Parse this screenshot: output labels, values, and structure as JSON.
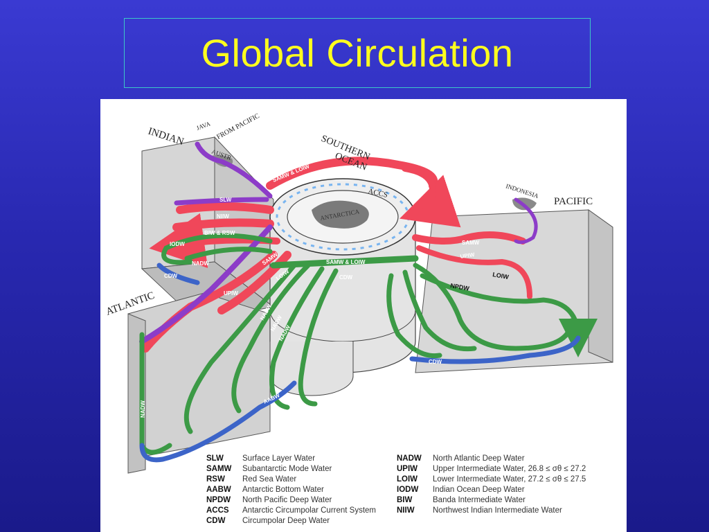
{
  "slide": {
    "title": "Global Circulation"
  },
  "diagram": {
    "region_labels": {
      "indian": "INDIAN",
      "southern": "SOUTHERN",
      "ocean": "OCEAN",
      "pacific": "PACIFIC",
      "atlantic": "ATLANTIC",
      "accs": "ACCS",
      "antarctica": "ANTARCTICA",
      "java": "JAVA",
      "from_pacific": "FROM PACIFIC",
      "austr": "AUSTR",
      "indonesia": "INDONESIA"
    },
    "flow_labels": {
      "samw_loiw_top": "SAMW & LOIW",
      "samw_loiw_ring": "SAMW & LOIW",
      "slw": "SLW",
      "niiw": "NIIW",
      "biw_rsw": "BIW & RSW",
      "iodw": "IODW",
      "nadw_indian": "NADW",
      "cdw_indian": "CDW",
      "samw_left": "SAMW",
      "loiw_left": "LOIW",
      "upiw_left": "UPIW",
      "cdw_ring": "CDW",
      "nadw_atl1": "NADW",
      "nadw_atl2": "NADW",
      "nadw_atl3": "NADW",
      "nadw_vertical": "NADW",
      "aabw": "AABW",
      "samw_pac": "SAMW",
      "upiw_pac": "UPIW",
      "loiw_pac": "LOIW",
      "npdw": "NPDW",
      "cdw_pac": "CDW"
    },
    "colors": {
      "red": "#f0475a",
      "green": "#3c9a46",
      "purple": "#8c3cc8",
      "blue": "#3c64c8",
      "dashed": "#78b4f0",
      "box": "#d2d2d2"
    }
  },
  "legend": {
    "left": [
      {
        "abbr": "SLW",
        "desc": "Surface Layer Water"
      },
      {
        "abbr": "SAMW",
        "desc": "Subantarctic Mode Water"
      },
      {
        "abbr": "RSW",
        "desc": "Red Sea Water"
      },
      {
        "abbr": "AABW",
        "desc": "Antarctic Bottom Water"
      },
      {
        "abbr": "NPDW",
        "desc": "North Pacific Deep Water"
      },
      {
        "abbr": "ACCS",
        "desc": "Antarctic Circumpolar Current System"
      },
      {
        "abbr": "CDW",
        "desc": "Circumpolar Deep Water"
      }
    ],
    "right": [
      {
        "abbr": "NADW",
        "desc": "North Atlantic Deep Water"
      },
      {
        "abbr": "UPIW",
        "desc": "Upper Intermediate Water, 26.8 ≤ σθ ≤ 27.2"
      },
      {
        "abbr": "LOIW",
        "desc": "Lower Intermediate Water, 27.2 ≤ σθ ≤ 27.5"
      },
      {
        "abbr": "IODW",
        "desc": "Indian Ocean Deep Water"
      },
      {
        "abbr": "BIW",
        "desc": "Banda Intermediate Water"
      },
      {
        "abbr": "NIIW",
        "desc": "Northwest Indian Intermediate Water"
      }
    ]
  }
}
